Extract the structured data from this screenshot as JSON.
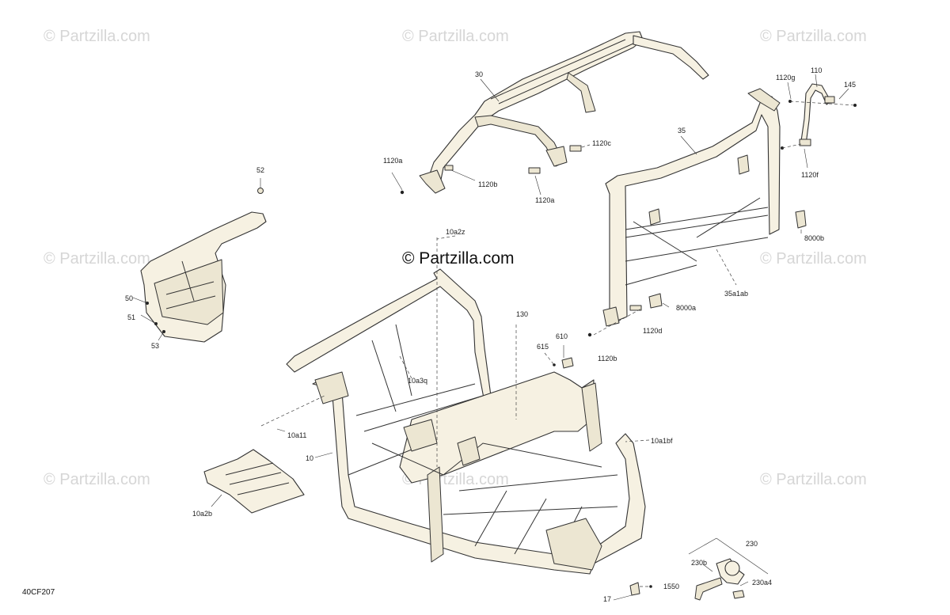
{
  "watermarks": {
    "text": "© Partzilla.com",
    "center_text": "© Partzilla.com"
  },
  "diagram_code": "40CF207",
  "callouts": {
    "c30": "30",
    "c35": "35",
    "c110": "110",
    "c145": "145",
    "c1120g": "1120g",
    "c1120f": "1120f",
    "c1120a_top": "1120a",
    "c1120b_top": "1120b",
    "c1120a_mid": "1120a",
    "c1120c": "1120c",
    "c8000b": "8000b",
    "c8000a": "8000a",
    "c35a1ab": "35a1ab",
    "c1120d": "1120d",
    "c1120b_low": "1120b",
    "c52": "52",
    "c50": "50",
    "c51": "51",
    "c53": "53",
    "c10a2z": "10a2z",
    "c130": "130",
    "c610": "610",
    "c615": "615",
    "c10a3q": "10a3q",
    "c10a11": "10a11",
    "c10": "10",
    "c10a1bf": "10a1bf",
    "c10a2b": "10a2b",
    "c230": "230",
    "c230b": "230b",
    "c230a4": "230a4",
    "c1550": "1550",
    "c17": "17"
  }
}
